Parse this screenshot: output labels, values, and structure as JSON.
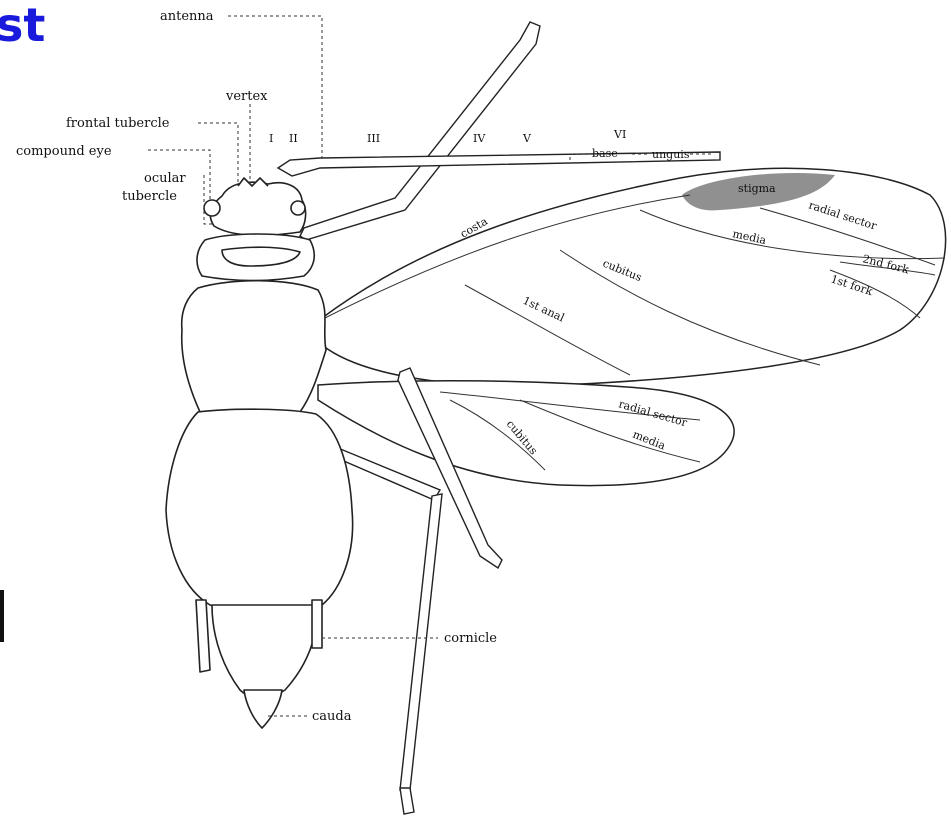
{
  "slide": {
    "title": "st"
  },
  "labels": {
    "antenna": "antenna",
    "vertex": "vertex",
    "frontal_tubercle": "frontal tubercle",
    "compound_eye": "compound eye",
    "ocular": "ocular",
    "tubercle": "tubercle",
    "seg_I": "I",
    "seg_II": "II",
    "seg_III": "III",
    "seg_IV": "IV",
    "seg_V": "V",
    "seg_VI": "VI",
    "base": "base",
    "unguis": "unguis",
    "costa": "costa",
    "stigma": "stigma",
    "radial_sector": "radial sector",
    "media": "media",
    "cubitus": "cubitus",
    "second_fork": "2nd fork",
    "first_fork": "1st fork",
    "first_anal": "1st anal",
    "hind_radial_sector": "radial sector",
    "hind_media": "media",
    "hind_cubitus": "cubitus",
    "cornicle": "cornicle",
    "cauda": "cauda"
  }
}
